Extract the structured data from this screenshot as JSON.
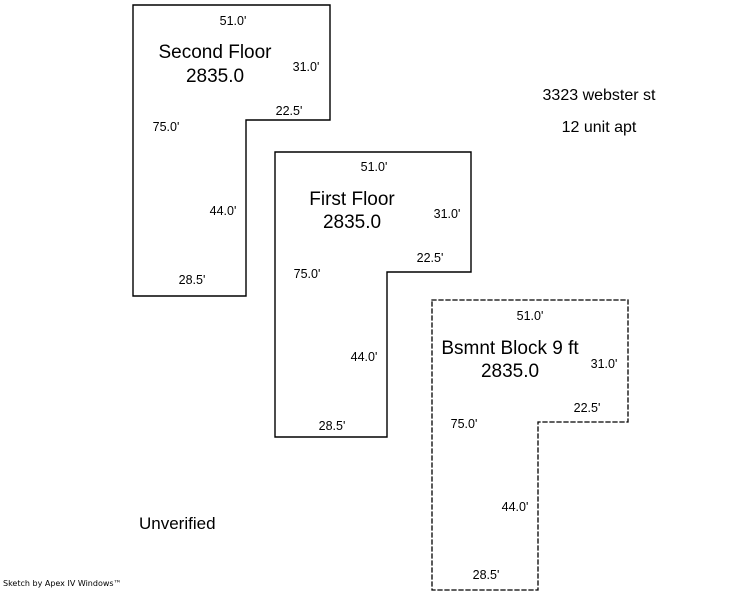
{
  "document": {
    "title": "Sketch by Apex IV Windows™",
    "footer_credit": "Sketch by Apex IV Windows™",
    "status_label": "Unverified",
    "background_color": "#ffffff",
    "line_color": "#000000"
  },
  "property_notes": {
    "address": "3323 webster st",
    "description": "12 unit apt"
  },
  "floors": [
    {
      "id": "second-floor",
      "name": "Second Floor",
      "area": "2835.0",
      "line_style": "solid",
      "dimensions": {
        "top": "51.0'",
        "right_upper": "31.0'",
        "jog": "22.5'",
        "right_lower": "44.0'",
        "bottom": "28.5'",
        "left": "75.0'"
      }
    },
    {
      "id": "first-floor",
      "name": "First Floor",
      "area": "2835.0",
      "line_style": "solid",
      "dimensions": {
        "top": "51.0'",
        "right_upper": "31.0'",
        "jog": "22.5'",
        "right_lower": "44.0'",
        "bottom": "28.5'",
        "left": "75.0'"
      }
    },
    {
      "id": "bsmnt-block",
      "name": "Bsmnt Block 9 ft",
      "area": "2835.0",
      "line_style": "dashed",
      "dimensions": {
        "top": "51.0'",
        "right_upper": "31.0'",
        "jog": "22.5'",
        "right_lower": "44.0'",
        "bottom": "28.5'",
        "left": "75.0'"
      }
    }
  ]
}
